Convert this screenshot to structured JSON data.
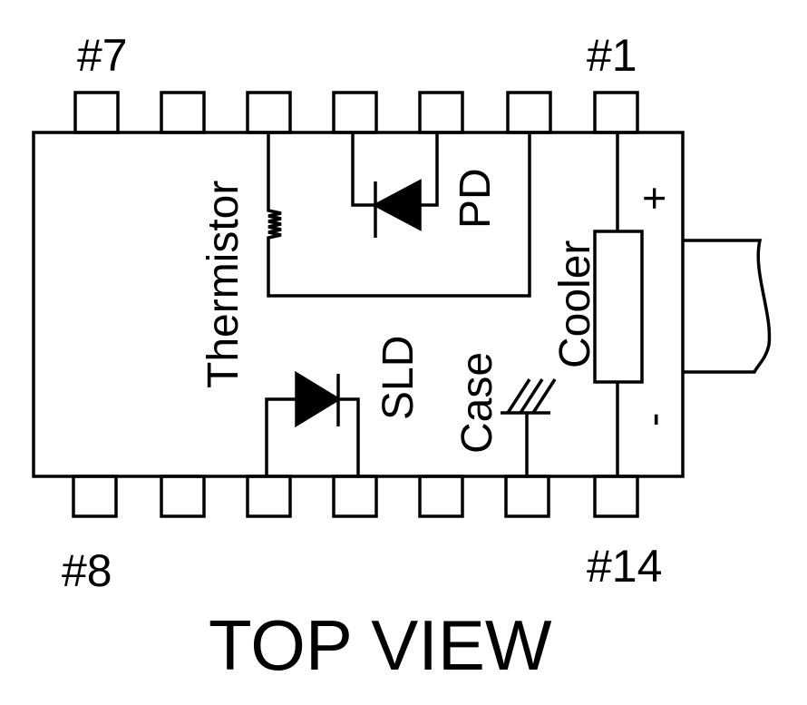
{
  "title": "TOP VIEW",
  "pins": {
    "top_left_label": "#7",
    "top_right_label": "#1",
    "bottom_left_label": "#8",
    "bottom_right_label": "#14"
  },
  "components": {
    "thermistor": "Thermistor",
    "photodiode": "PD",
    "sld": "SLD",
    "cooler": "Cooler",
    "case": "Case"
  },
  "polarity": {
    "plus": "+",
    "minus": "-"
  }
}
